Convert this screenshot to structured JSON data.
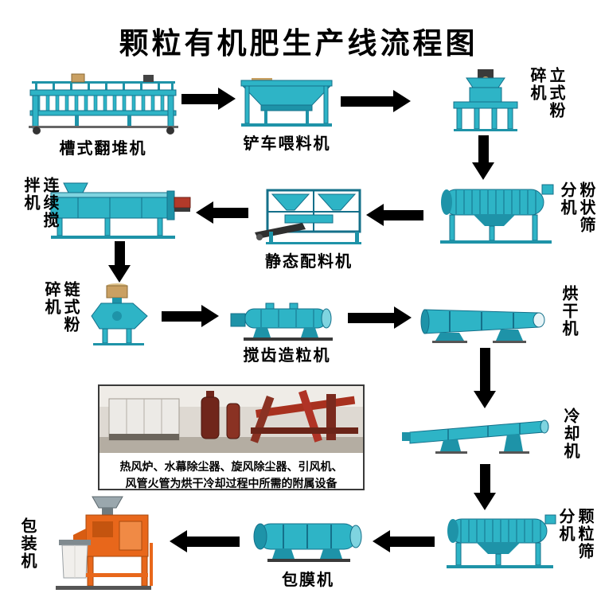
{
  "title": "颗粒有机肥生产线流程图",
  "machines": [
    {
      "id": "trough-turner",
      "label": "槽式翻堆机"
    },
    {
      "id": "loader-feeder",
      "label": "铲车喂料机"
    },
    {
      "id": "vertical-crusher",
      "label": "立式粉碎机"
    },
    {
      "id": "powder-screener",
      "label": "粉状筛分机"
    },
    {
      "id": "static-batcher",
      "label": "静态配料机"
    },
    {
      "id": "continuous-mixer",
      "label": "连续搅拌机"
    },
    {
      "id": "chain-crusher",
      "label": "链式粉碎机"
    },
    {
      "id": "tooth-granulator",
      "label": "搅齿造粒机"
    },
    {
      "id": "dryer",
      "label": "烘干机"
    },
    {
      "id": "cooler",
      "label": "冷却机"
    },
    {
      "id": "granule-screener",
      "label": "颗粒筛分机"
    },
    {
      "id": "coating-machine",
      "label": "包膜机"
    },
    {
      "id": "packing-machine",
      "label": "包装机"
    }
  ],
  "auxiliary_box": {
    "caption_line1": "热风炉、水幕除尘器、旋风除尘器、引风机、",
    "caption_line2": "风管火管为烘干冷却过程中所需的附属设备"
  },
  "colors": {
    "machine_teal": "#2eb4c6",
    "machine_teal_dark": "#1e93a8",
    "packing_orange": "#e8671b",
    "arrow_black": "#000000",
    "background": "#ffffff"
  }
}
